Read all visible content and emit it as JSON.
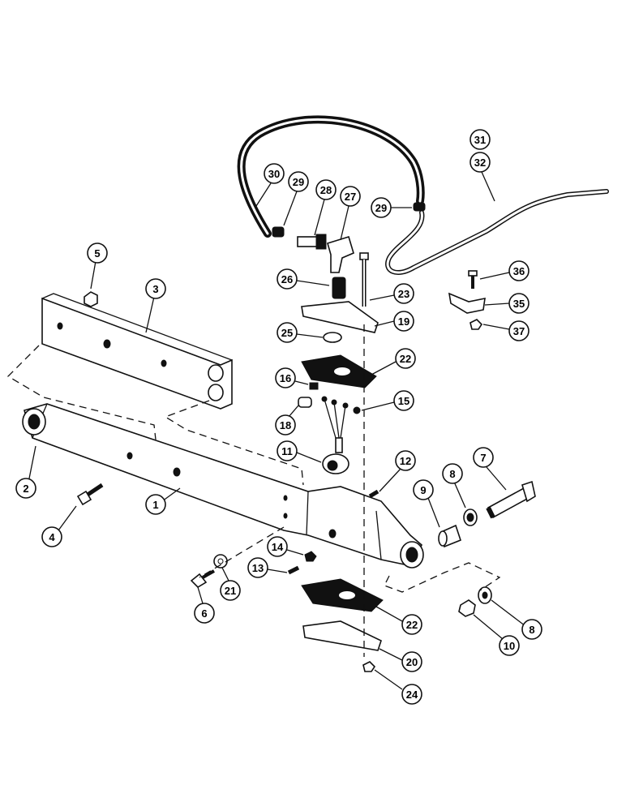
{
  "callouts": [
    {
      "id": "c1",
      "label": "1"
    },
    {
      "id": "c2",
      "label": "2"
    },
    {
      "id": "c3",
      "label": "3"
    },
    {
      "id": "c4",
      "label": "4"
    },
    {
      "id": "c5",
      "label": "5"
    },
    {
      "id": "c6",
      "label": "6"
    },
    {
      "id": "c7",
      "label": "7"
    },
    {
      "id": "c8a",
      "label": "8"
    },
    {
      "id": "c8b",
      "label": "8"
    },
    {
      "id": "c9",
      "label": "9"
    },
    {
      "id": "c10",
      "label": "10"
    },
    {
      "id": "c11",
      "label": "11"
    },
    {
      "id": "c12",
      "label": "12"
    },
    {
      "id": "c13",
      "label": "13"
    },
    {
      "id": "c14",
      "label": "14"
    },
    {
      "id": "c15",
      "label": "15"
    },
    {
      "id": "c16",
      "label": "16"
    },
    {
      "id": "c18",
      "label": "18"
    },
    {
      "id": "c19",
      "label": "19"
    },
    {
      "id": "c20",
      "label": "20"
    },
    {
      "id": "c21",
      "label": "21"
    },
    {
      "id": "c22a",
      "label": "22"
    },
    {
      "id": "c22b",
      "label": "22"
    },
    {
      "id": "c23",
      "label": "23"
    },
    {
      "id": "c24",
      "label": "24"
    },
    {
      "id": "c25",
      "label": "25"
    },
    {
      "id": "c26",
      "label": "26"
    },
    {
      "id": "c27",
      "label": "27"
    },
    {
      "id": "c28",
      "label": "28"
    },
    {
      "id": "c29a",
      "label": "29"
    },
    {
      "id": "c29b",
      "label": "29"
    },
    {
      "id": "c30",
      "label": "30"
    },
    {
      "id": "c31",
      "label": "31"
    },
    {
      "id": "c32",
      "label": "32"
    },
    {
      "id": "c35",
      "label": "35"
    },
    {
      "id": "c36",
      "label": "36"
    },
    {
      "id": "c37",
      "label": "37"
    }
  ]
}
